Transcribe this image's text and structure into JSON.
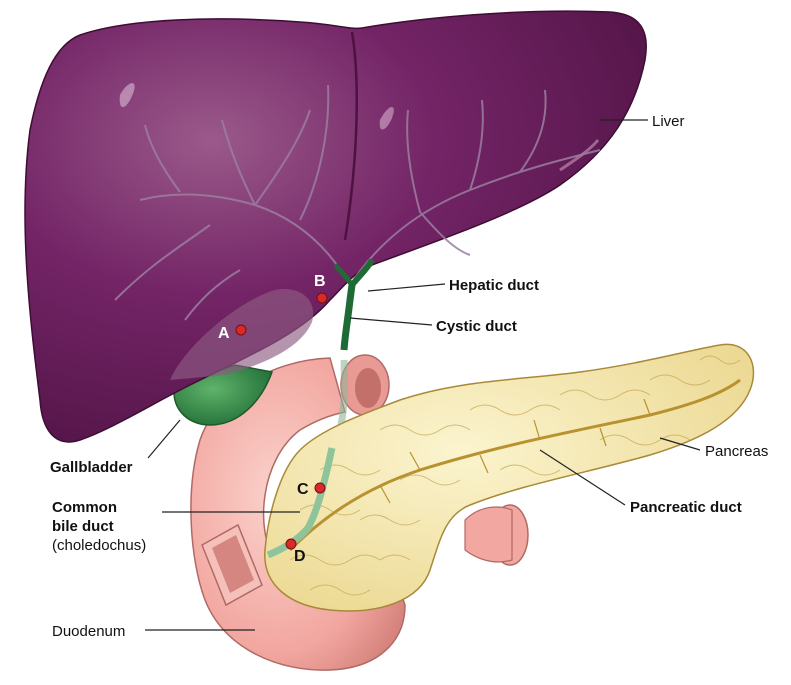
{
  "labels": {
    "liver": "Liver",
    "hepatic_duct": "Hepatic duct",
    "cystic_duct": "Cystic duct",
    "gallbladder": "Gallbladder",
    "pancreas": "Pancreas",
    "pancreatic_duct": "Pancreatic duct",
    "common_bile_duct_line1": "Common",
    "common_bile_duct_line2": "bile duct",
    "common_bile_duct_line3": "(choledochus)",
    "duodenum": "Duodenum"
  },
  "points": {
    "a": "A",
    "b": "B",
    "c": "C",
    "d": "D"
  },
  "colors": {
    "liver": "#6e1f5e",
    "liver_dark": "#4e1242",
    "gallbladder": "#2f8a3e",
    "duct": "#1f6b35",
    "duodenum": "#f2a7a0",
    "duodenum_dark": "#c96a66",
    "pancreas": "#f3e6a6",
    "pancreas_dark": "#b89a3e",
    "marker": "#d92a2a"
  }
}
